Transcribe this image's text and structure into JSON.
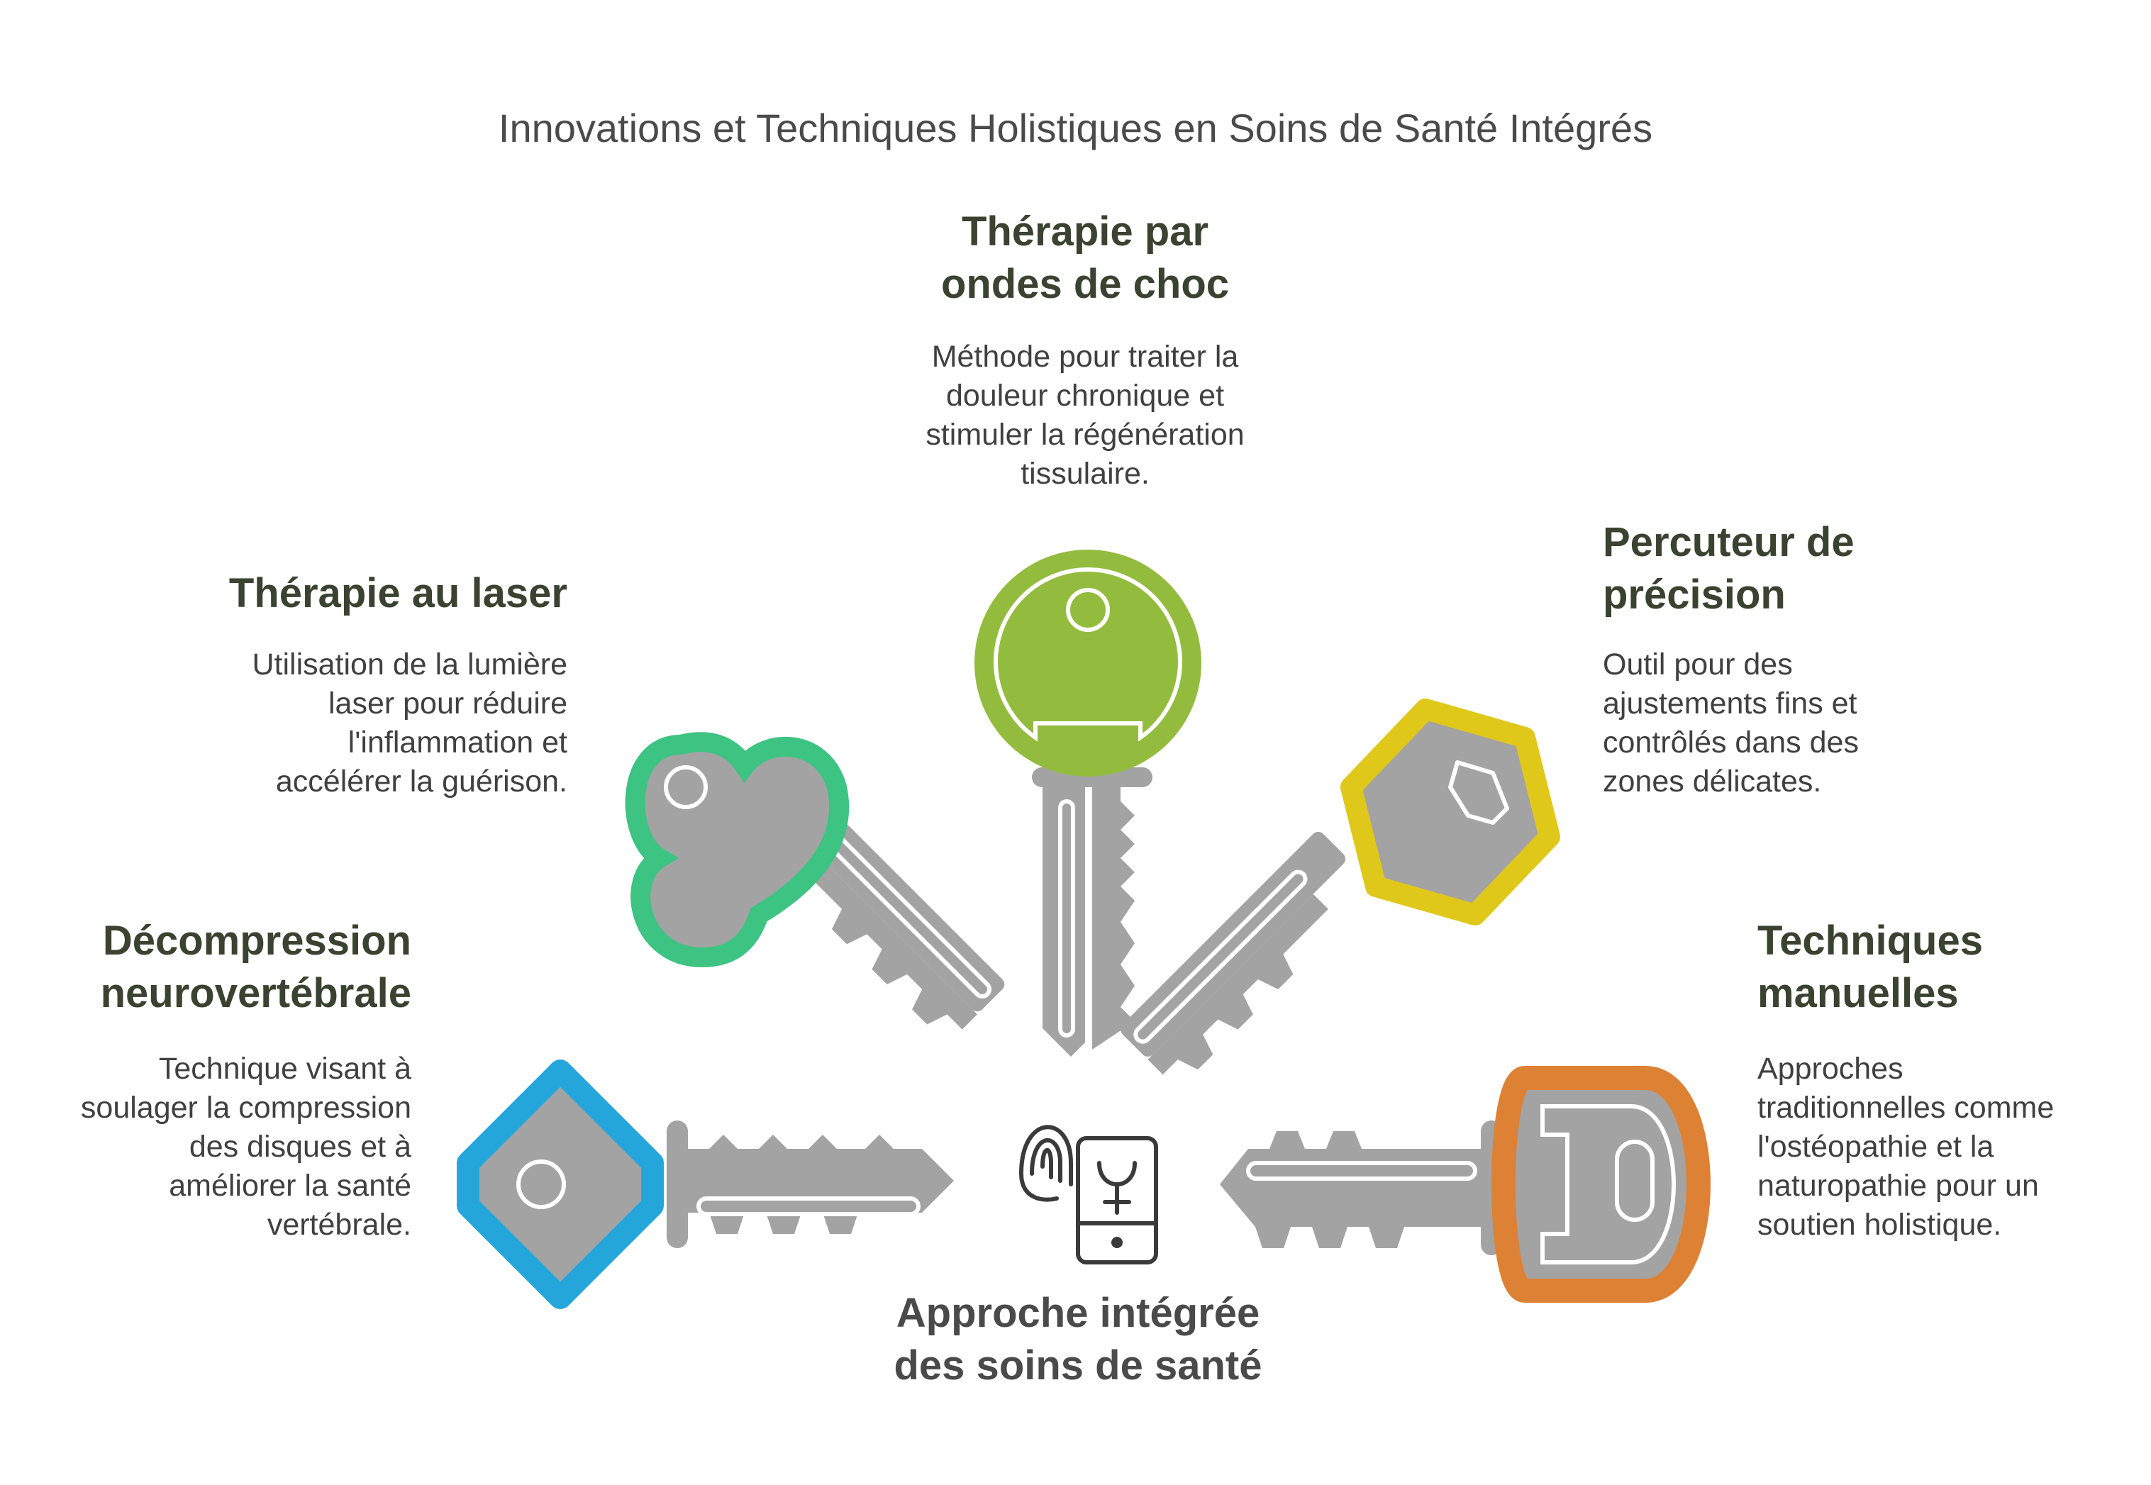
{
  "title": "Innovations et Techniques Holistiques en Soins de Santé Intégrés",
  "center": {
    "label_line1": "Approche intégrée",
    "label_line2": "des soins de santé",
    "icons": [
      "fingerprint-icon",
      "phone-symbol-icon"
    ]
  },
  "items": [
    {
      "id": "shockwave",
      "heading_line1": "Thérapie par",
      "heading_line2": "ondes de choc",
      "desc_lines": [
        "Méthode pour traiter la",
        "douleur chronique et",
        "stimuler la régénération",
        "tissulaire."
      ],
      "color": "#93bc3e"
    },
    {
      "id": "laser",
      "heading_line1": "Thérapie au laser",
      "desc_lines": [
        "Utilisation de la lumière",
        "laser pour réduire",
        "l'inflammation et",
        "accélérer la guérison."
      ],
      "color": "#3dc382"
    },
    {
      "id": "percuteur",
      "heading_line1": "Percuteur de",
      "heading_line2": "précision",
      "desc_lines": [
        "Outil pour des",
        "ajustements fins et",
        "contrôlés dans des",
        "zones délicates."
      ],
      "color": "#e0c81b"
    },
    {
      "id": "decompression",
      "heading_line1": "Décompression",
      "heading_line2": "neurovertébrale",
      "desc_lines": [
        "Technique visant à",
        "soulager la compression",
        "des disques et à",
        "améliorer la santé",
        "vertébrale."
      ],
      "color": "#24a6db"
    },
    {
      "id": "manuelles",
      "heading_line1": "Techniques",
      "heading_line2": "manuelles",
      "desc_lines": [
        "Approches",
        "traditionnelles comme",
        "l'ostéopathie et la",
        "naturopathie pour un",
        "soutien holistique."
      ],
      "color": "#dd8235"
    }
  ],
  "colors": {
    "key_metal": "#a3a3a3",
    "heading": "#3a4230",
    "text": "#404040"
  }
}
